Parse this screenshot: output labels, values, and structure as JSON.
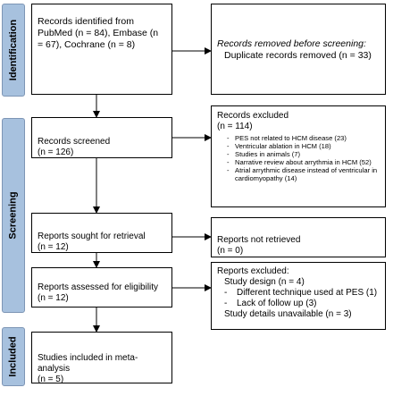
{
  "phases": {
    "identification": "Identification",
    "screening": "Screening",
    "included": "Included"
  },
  "boxes": {
    "identified": "Records identified from PubMed (n = 84), Embase (n = 67), Cochrane (n = 8)",
    "removed_title": "Records removed before screening:",
    "removed_line": "Duplicate records removed  (n = 33)",
    "screened": "Records screened\n(n = 126)",
    "excluded_title": "Records excluded\n(n = 114)",
    "excluded_items": [
      "PES not related to HCM disease (23)",
      "Ventricular ablation  in HCM (18)",
      "Studies in animals (7)",
      "Narrative review about arrythmia in HCM (52)",
      "Atrial arrythmic disease instead of ventricular in cardiomyopathy (14)"
    ],
    "sought": "Reports sought for retrieval\n(n = 12)",
    "not_retrieved": "Reports not retrieved\n(n = 0)",
    "assessed": "Reports assessed for eligibility\n(n = 12)",
    "reports_excluded_title": "Reports excluded:",
    "study_design": "Study design (n = 4)",
    "study_design_items": [
      "Different technique used at PES (1)",
      "Lack of follow up (3)"
    ],
    "details_unavailable": "Study details unavailable (n = 3)",
    "included": "Studies included in meta-analysis\n(n = 5)"
  }
}
